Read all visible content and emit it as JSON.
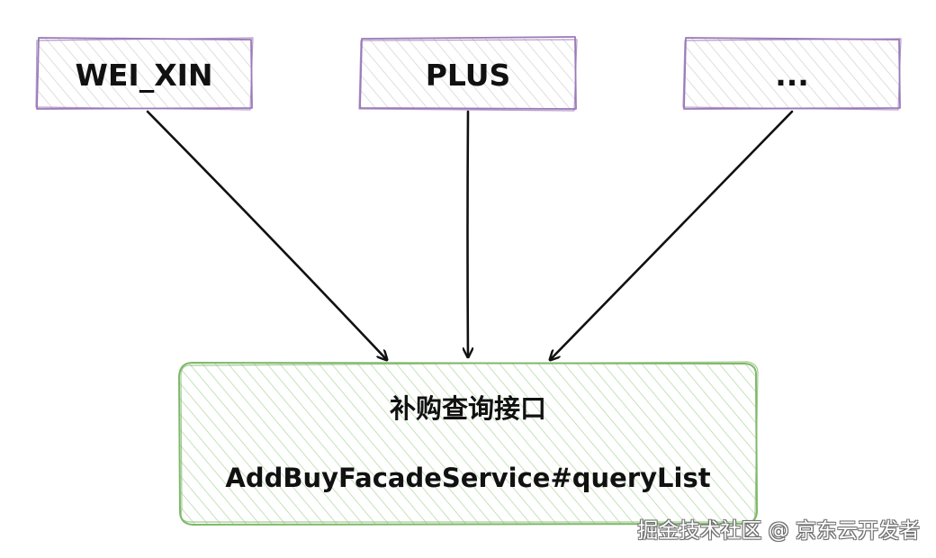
{
  "sources": [
    {
      "label": "WEI_XIN"
    },
    {
      "label": "PLUS"
    },
    {
      "label": "..."
    }
  ],
  "target": {
    "title": "补购查询接口",
    "subtitle": "AddBuyFacadeService#queryList"
  },
  "colors": {
    "source_stroke": "#9a79b8",
    "source_hatch": "#d9d9d9",
    "target_stroke": "#7fb86a",
    "target_hatch": "#b8dcac",
    "arrow": "#111111"
  },
  "watermark": "掘金技术社区 @ 京东云开发者"
}
